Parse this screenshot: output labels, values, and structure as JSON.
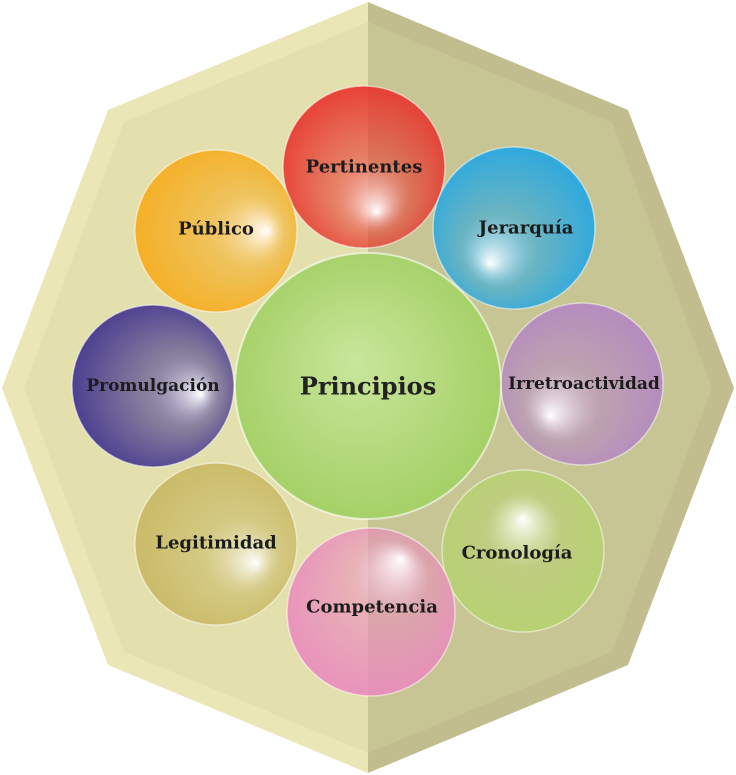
{
  "diagram": {
    "center_label": "Principios",
    "items": [
      {
        "label": "Pertinentes",
        "color": "#e8322a"
      },
      {
        "label": "Jerarquía",
        "color": "#1ea6e6"
      },
      {
        "label": "Irretroactividad",
        "color": "#b386c4"
      },
      {
        "label": "Cronología",
        "color": "#b6d36f"
      },
      {
        "label": "Competencia",
        "color": "#ea8bbd"
      },
      {
        "label": "Legitimidad",
        "color": "#c7b760"
      },
      {
        "label": "Promulgación",
        "color": "#3d2f8e"
      },
      {
        "label": "Público",
        "color": "#f7ab19"
      }
    ],
    "center_color": "#9fcd5e",
    "octagon_light": "#ebe6b6",
    "octagon_dark": "#c1bd8e",
    "octagon_mid": "#d8d3a0"
  }
}
